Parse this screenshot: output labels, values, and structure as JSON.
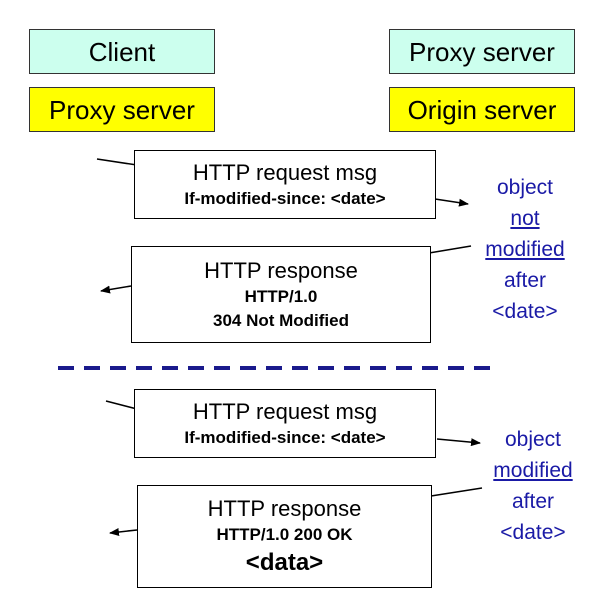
{
  "roles": {
    "left_top": "Client",
    "left_bottom": "Proxy server",
    "right_top": "Proxy server",
    "right_bottom": "Origin server"
  },
  "exchange1": {
    "request_title": "HTTP request msg",
    "request_header": "If-modified-since: <date>",
    "response_title": "HTTP response",
    "response_line1": "HTTP/1.0",
    "response_line2": "304 Not Modified",
    "note_line1": "object",
    "note_line2": "not",
    "note_line3": "modified",
    "note_line4": "after",
    "note_line5": "<date>"
  },
  "exchange2": {
    "request_title": "HTTP request msg",
    "request_header": "If-modified-since: <date>",
    "response_title": "HTTP response",
    "response_line1": "HTTP/1.0 200 OK",
    "response_line2": "<data>",
    "note_line1": "object",
    "note_line2": "modified",
    "note_line3": "after",
    "note_line4": "<date>"
  },
  "colors": {
    "client_fill": "#ccffee",
    "server_fill": "#ffff00",
    "note_text": "#1a1aa6",
    "divider": "#1a1a8c"
  }
}
